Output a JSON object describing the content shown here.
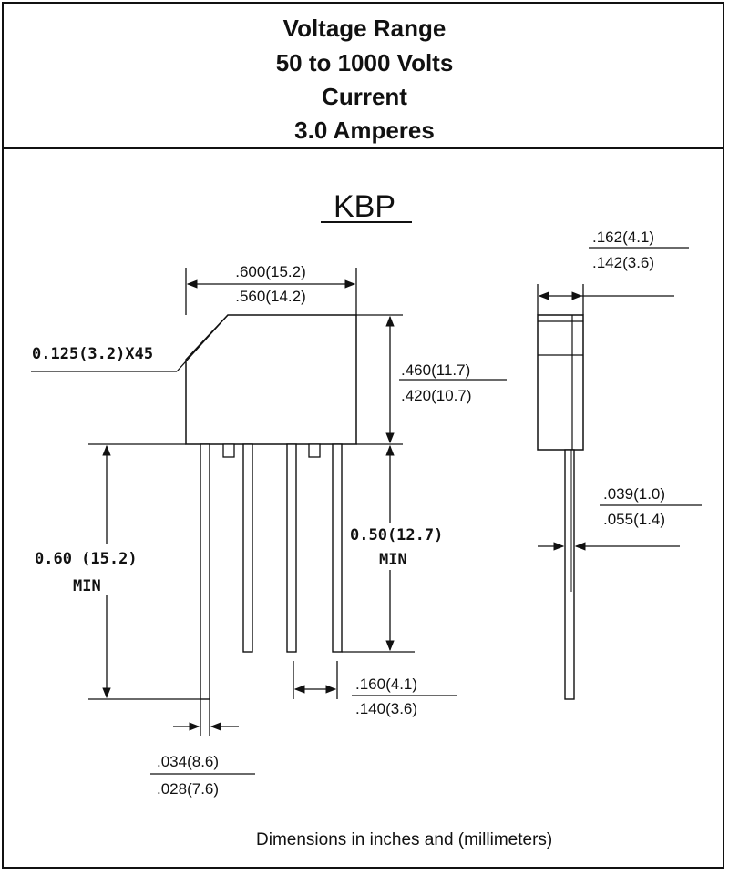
{
  "header": {
    "line1": "Voltage Range",
    "line2": "50 to 1000 Volts",
    "line3": "Current",
    "line4": "3.0 Amperes"
  },
  "package_name": "KBP",
  "dims": {
    "width_max": ".600(15.2)",
    "width_min": ".560(14.2)",
    "chamfer": "0.125(3.2)X45",
    "height_max": ".460(11.7)",
    "height_min": ".420(10.7)",
    "lead_len_left_value": "0.60 (15.2)",
    "lead_len_left_min": "MIN",
    "lead_len_right_value": "0.50(12.7)",
    "lead_len_right_min": "MIN",
    "pitch_max": ".160(4.1)",
    "pitch_min": ".140(3.6)",
    "lead_width_max": ".034(8.6)",
    "lead_width_min": ".028(7.6)",
    "thickness_max": ".162(4.1)",
    "thickness_min": ".142(3.6)",
    "lead_thick_a": ".039(1.0)",
    "lead_thick_b": ".055(1.4)"
  },
  "footer": "Dimensions in inches and (millimeters)"
}
